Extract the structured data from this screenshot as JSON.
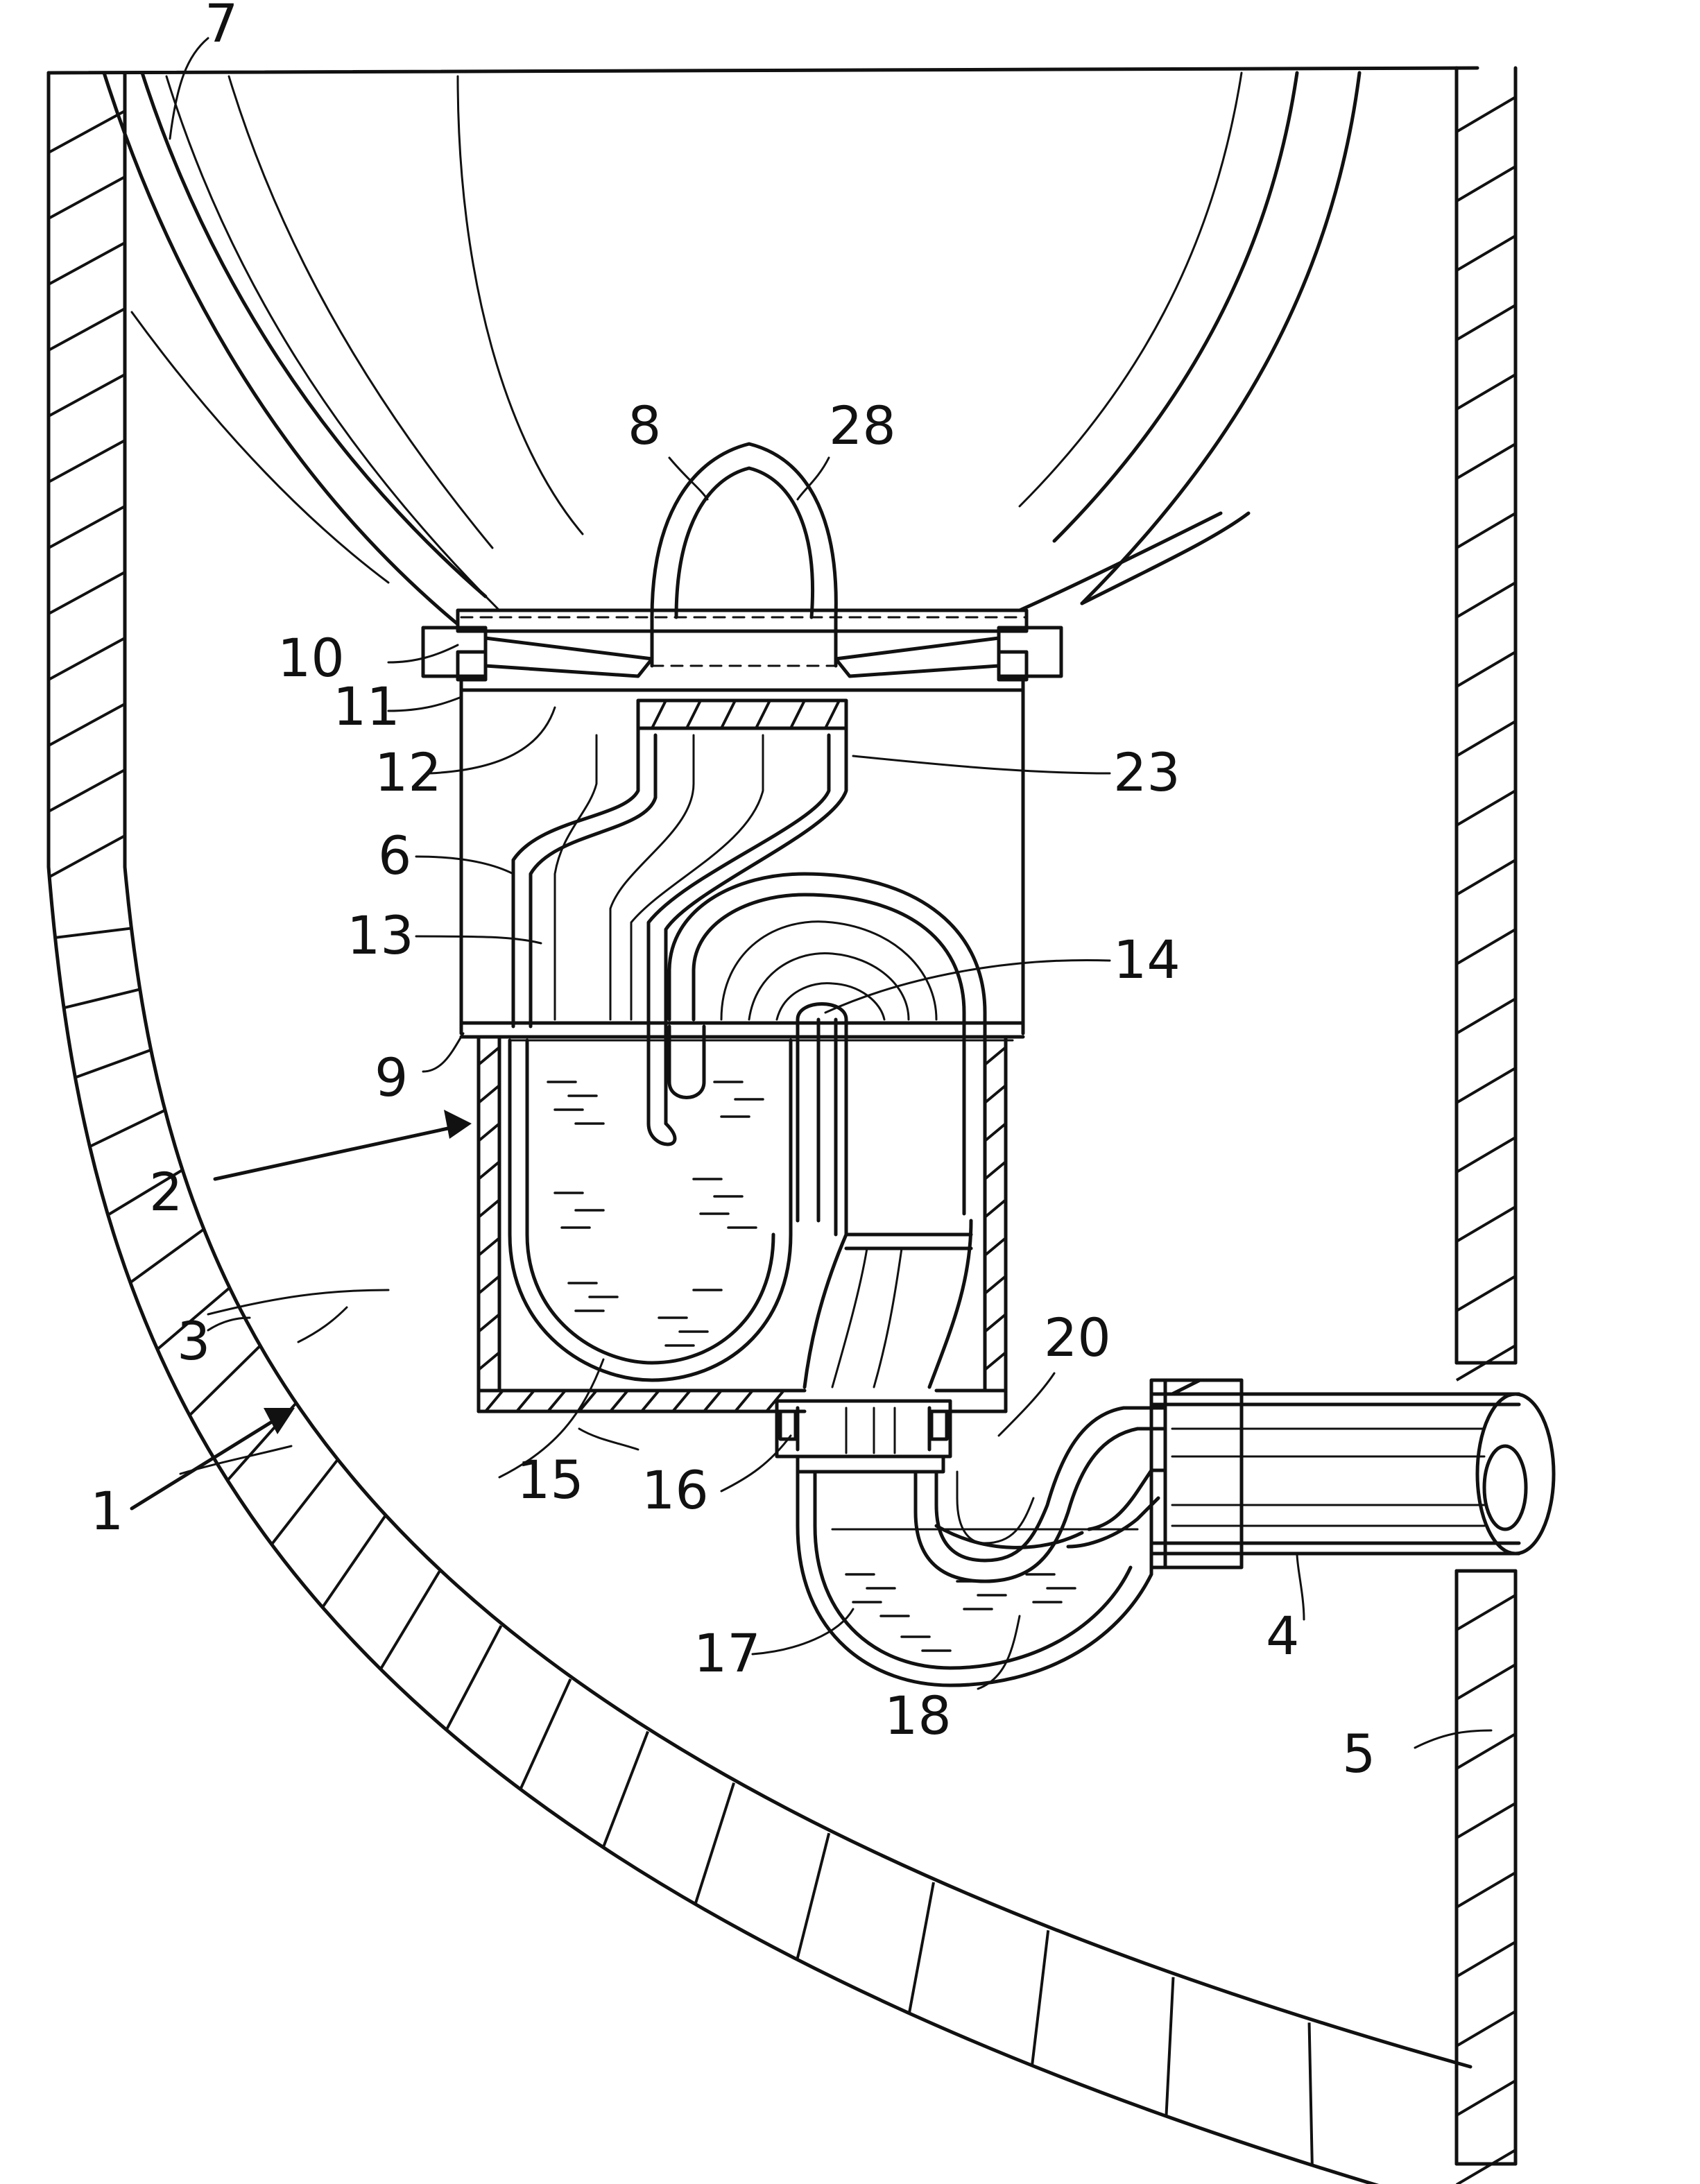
{
  "labels": {
    "l1": "1",
    "l2": "2",
    "l3": "3",
    "l4": "4",
    "l5": "5",
    "l6": "6",
    "l7": "7",
    "l8": "8",
    "l9": "9",
    "l10": "10",
    "l11": "11",
    "l12": "12",
    "l13": "13",
    "l14": "14",
    "l15": "15",
    "l16": "16",
    "l17": "17",
    "l18": "18",
    "l20": "20",
    "l23": "23",
    "l28": "28"
  },
  "colors": {
    "ink": "#111111",
    "paper": "#ffffff"
  }
}
